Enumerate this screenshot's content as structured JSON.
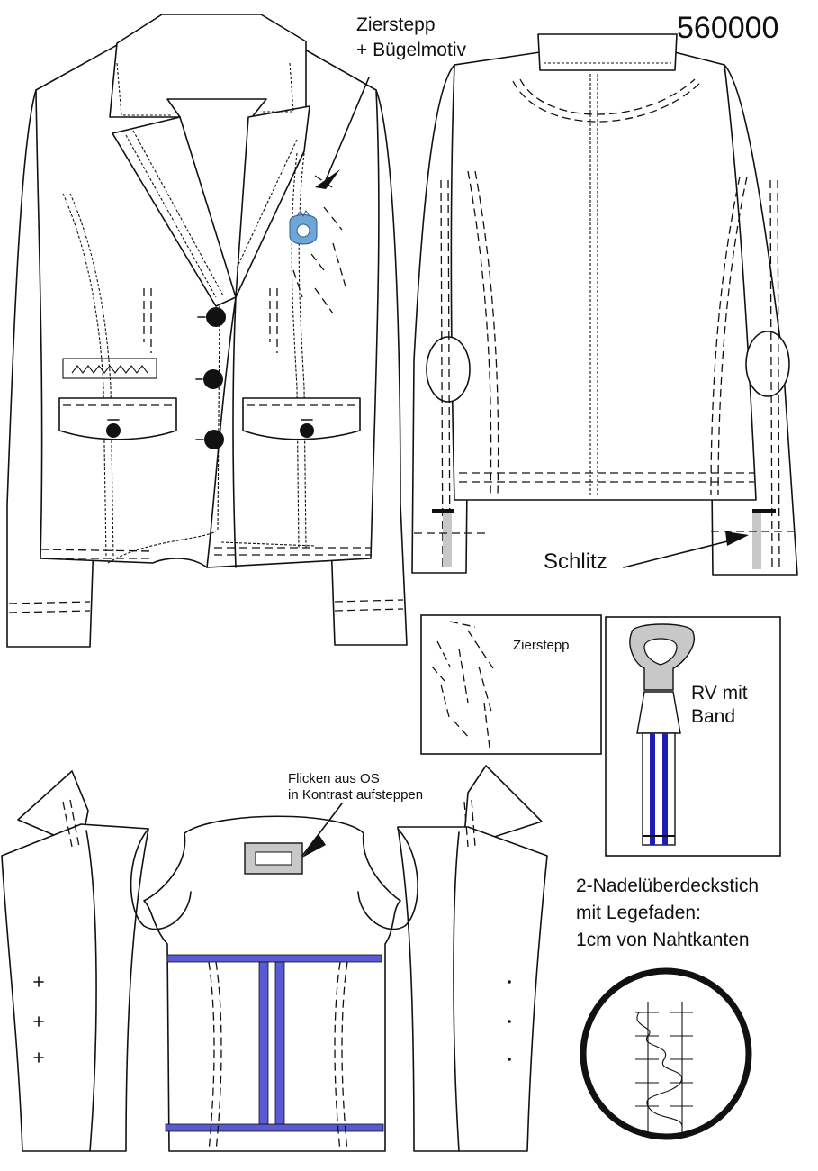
{
  "sheet": {
    "model_number": "560000"
  },
  "callouts": {
    "zierstepp_line1": "Zierstepp",
    "zierstepp_line2": "+ Bügelmotiv",
    "schlitz": "Schlitz",
    "patch_line1": "Flicken aus OS",
    "patch_line2": "in Kontrast aufsteppen"
  },
  "detail_boxes": {
    "topstitch_label": "Zierstepp",
    "zipper_line1": "RV  mit",
    "zipper_line2": "Band"
  },
  "seam_note": {
    "line1": "2-Nadelüberdeckstich",
    "line2": "mit Legefaden:",
    "line3": "1cm von Nahtkanten"
  },
  "colors": {
    "outline": "#111111",
    "tape_blue": "#5a5ad6",
    "zipper_blue": "#1d1db8",
    "puller_grey": "#c8c8c8",
    "motif_blue": "#6fa6d6"
  },
  "icons": {
    "crest": "crest-motif-icon",
    "zipper": "zipper-icon",
    "stitch": "coverstitch-icon"
  }
}
